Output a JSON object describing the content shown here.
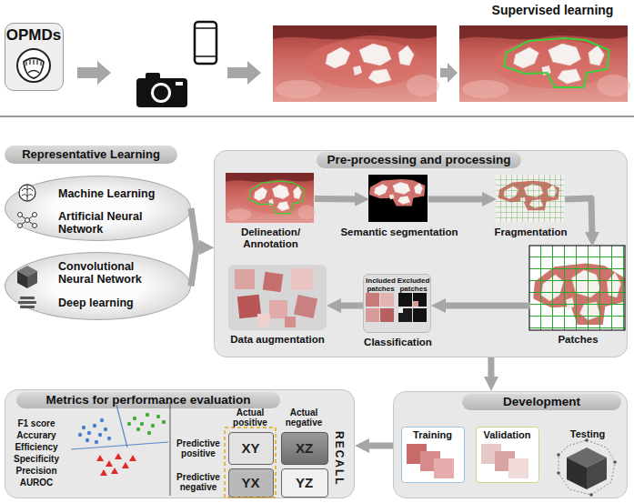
{
  "diagram": {
    "nodes": [
      {
        "text": [
          "OPMDs"
        ]
      },
      {
        "text": [
          "Representative Learning"
        ]
      },
      {
        "text": [
          "Machine Learning",
          "Artificial Neural Network"
        ]
      },
      {
        "text": [
          "Convolutional Neural Network",
          "Deep learning"
        ]
      },
      {
        "text": [
          "Pre-processing and processing"
        ]
      },
      {
        "text": [
          "Delineation/ Annotation"
        ],
        "in": 4
      },
      {
        "text": [
          "Semantic segmentation"
        ],
        "in": 4
      },
      {
        "text": [
          "Fragmentation"
        ],
        "in": 4
      },
      {
        "text": [
          "Patches"
        ],
        "in": 4
      },
      {
        "text": [
          "Included patches",
          "Excluded patches",
          "Classification"
        ],
        "in": 4
      },
      {
        "text": [
          "Data augmentation"
        ],
        "in": 4
      },
      {
        "text": [
          "Development"
        ]
      },
      {
        "text": [
          "Training"
        ],
        "in": 11
      },
      {
        "text": [
          "Validation"
        ],
        "in": 11
      },
      {
        "text": [
          "Testing"
        ],
        "in": 11
      },
      {
        "text": [
          "Metrics for performance evaluation",
          "F1 score Accurary Efficiency Specificity Precision AUROC"
        ]
      },
      {
        "text": [
          "XY"
        ],
        "in": 15
      },
      {
        "text": [
          "XZ"
        ],
        "in": 15
      },
      {
        "text": [
          "YX"
        ],
        "in": 15
      },
      {
        "text": [
          "YZ"
        ],
        "in": 15
      }
    ],
    "edges": [
      {
        "from": 2,
        "to": 4,
        "arrow": "to"
      },
      {
        "from": 3,
        "to": 4,
        "arrow": "to"
      },
      {
        "from": 5,
        "to": 6,
        "arrow": "to"
      },
      {
        "from": 6,
        "to": 7,
        "arrow": "to"
      },
      {
        "from": 7,
        "to": 8,
        "arrow": "to"
      },
      {
        "from": 8,
        "to": 9,
        "arrow": "to"
      },
      {
        "from": 9,
        "to": 10,
        "arrow": "to"
      },
      {
        "from": 4,
        "to": 11,
        "arrow": "to"
      },
      {
        "from": 11,
        "to": 15,
        "arrow": "to"
      }
    ],
    "labels": [
      "Supervised learning",
      "Actual positive",
      "Actual negative",
      "Predictive positive",
      "Predictive negative",
      "RECALL"
    ]
  }
}
